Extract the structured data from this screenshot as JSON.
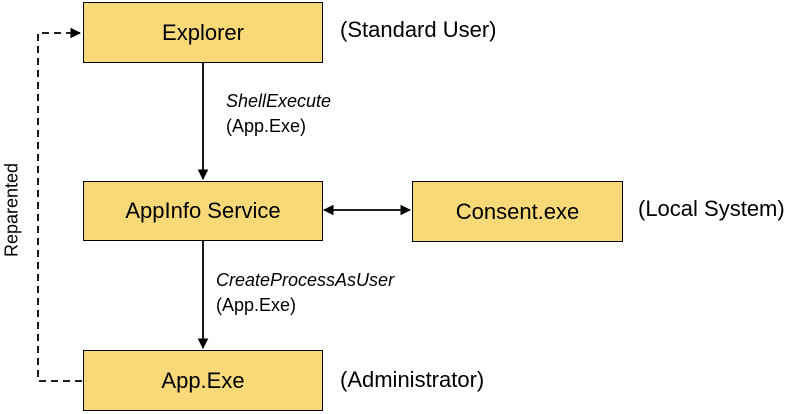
{
  "colors": {
    "node_fill": "#f8d978",
    "node_border": "#000000",
    "line": "#000000"
  },
  "nodes": {
    "explorer": {
      "label": "Explorer",
      "annotation": "(Standard User)"
    },
    "appinfo": {
      "label": "AppInfo Service"
    },
    "consent": {
      "label": "Consent.exe",
      "annotation": "(Local System)"
    },
    "app": {
      "label": "App.Exe",
      "annotation": "(Administrator)"
    }
  },
  "edges": {
    "explorer_to_appinfo": {
      "call": "ShellExecute",
      "arg": "(App.Exe)"
    },
    "appinfo_to_app": {
      "call": "CreateProcessAsUser",
      "arg": "(App.Exe)"
    },
    "reparent": {
      "label": "Reparented"
    }
  }
}
